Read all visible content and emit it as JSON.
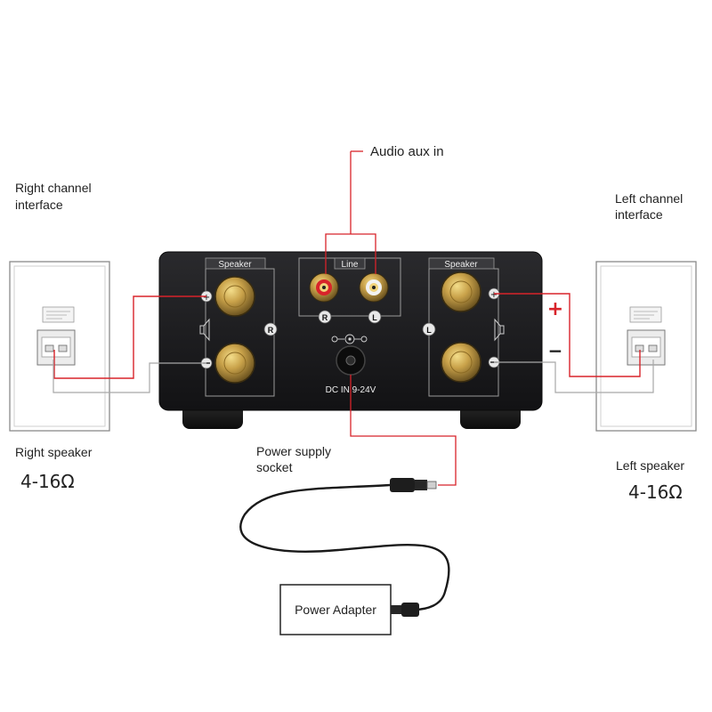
{
  "labels": {
    "audio_aux_in": "Audio aux in",
    "right_channel_line1": "Right channel",
    "right_channel_line2": "interface",
    "left_channel_line1": "Left channel",
    "left_channel_line2": "interface",
    "right_speaker": "Right speaker",
    "right_impedance": "4-16Ω",
    "left_speaker": "Left speaker",
    "left_impedance": "4-16Ω",
    "power_supply_line1": "Power supply",
    "power_supply_line2": "socket",
    "power_adapter": "Power  Adapter",
    "plus_sign": "+",
    "minus_sign": "−"
  },
  "amplifier": {
    "speaker_label_left": "Speaker",
    "speaker_label_right": "Speaker",
    "line_label": "Line",
    "rca_r": "R",
    "rca_l": "L",
    "channel_r": "R",
    "channel_l": "L",
    "dc_in": "DC IN  9-24V"
  },
  "colors": {
    "wire_red": "#d8232a",
    "wire_gray": "#9a9a9a",
    "amp_body": "#1b1b1d",
    "gold": "#c9a24a"
  }
}
